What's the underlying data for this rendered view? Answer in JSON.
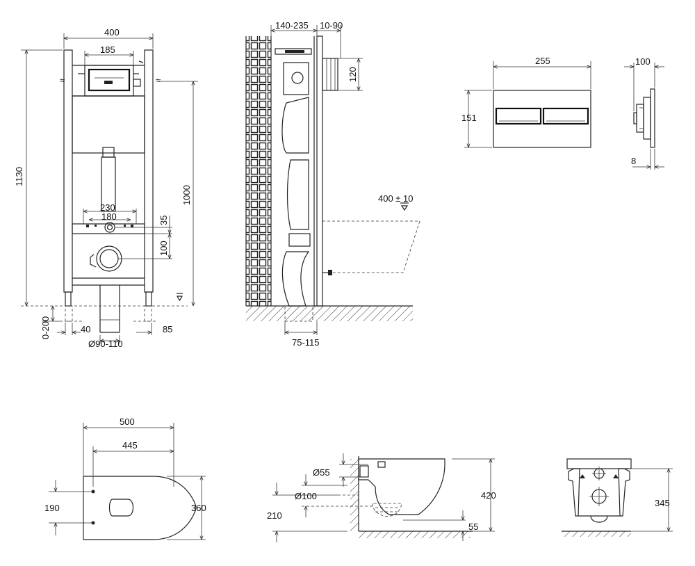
{
  "frame_front": {
    "width": "400",
    "top_span": "185",
    "height": "1130",
    "outlet_height": "1000",
    "fix_230": "230",
    "fix_180": "180",
    "dim_35": "35",
    "dim_100": "100",
    "leg_range": "0-200",
    "dim_40": "40",
    "dim_85": "85",
    "pipe_dia": "Ø90-110"
  },
  "frame_side": {
    "depth": "140-235",
    "offset": "10-90",
    "dim_120": "120",
    "bowl_height": "400 ± 10",
    "dim_75_115": "75-115"
  },
  "flush_plate_front": {
    "width": "255",
    "height": "151"
  },
  "flush_plate_side": {
    "depth": "100",
    "thickness": "8"
  },
  "toilet_top": {
    "length": "500",
    "length_inner": "445",
    "bolt_spacing": "190",
    "width": "360"
  },
  "toilet_side": {
    "inlet_dia": "Ø55",
    "outlet_dia": "Ø100",
    "outlet_height": "210",
    "height": "420",
    "dim_55": "55"
  },
  "toilet_back": {
    "height": "345"
  }
}
